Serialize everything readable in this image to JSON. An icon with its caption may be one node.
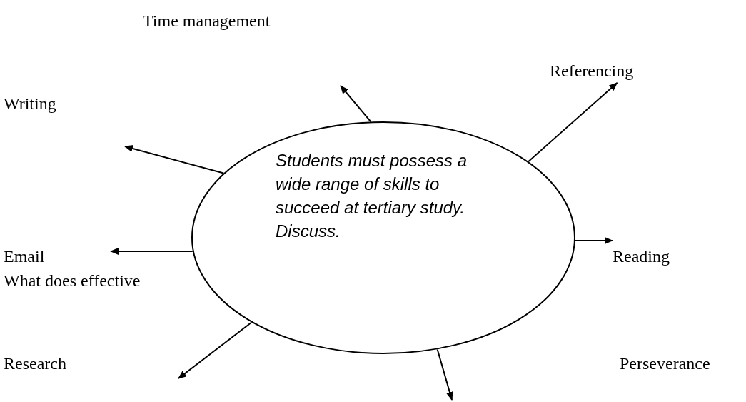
{
  "diagram": {
    "nodes": [
      {
        "text": [
          "Students must possess a wide range of skills to succeed at tertiary study. Discuss."
        ]
      },
      {
        "text": [
          "Referencing"
        ]
      },
      {
        "text": [
          "Reading"
        ]
      }
    ],
    "edges": [
      {
        "from": 0,
        "to": null,
        "arrow": "to"
      },
      {
        "from": 0,
        "to": 1,
        "arrow": "to"
      },
      {
        "from": 0,
        "to": null,
        "arrow": "to"
      },
      {
        "from": 0,
        "to": null,
        "arrow": "to"
      },
      {
        "from": 0,
        "to": 2,
        "arrow": "to"
      },
      {
        "from": 0,
        "to": null,
        "arrow": "to"
      },
      {
        "from": 0,
        "to": null,
        "arrow": "to"
      }
    ],
    "labels": [
      "Time management",
      "Writing",
      "Email",
      "What does effective",
      "Research",
      "Perseverance"
    ]
  }
}
